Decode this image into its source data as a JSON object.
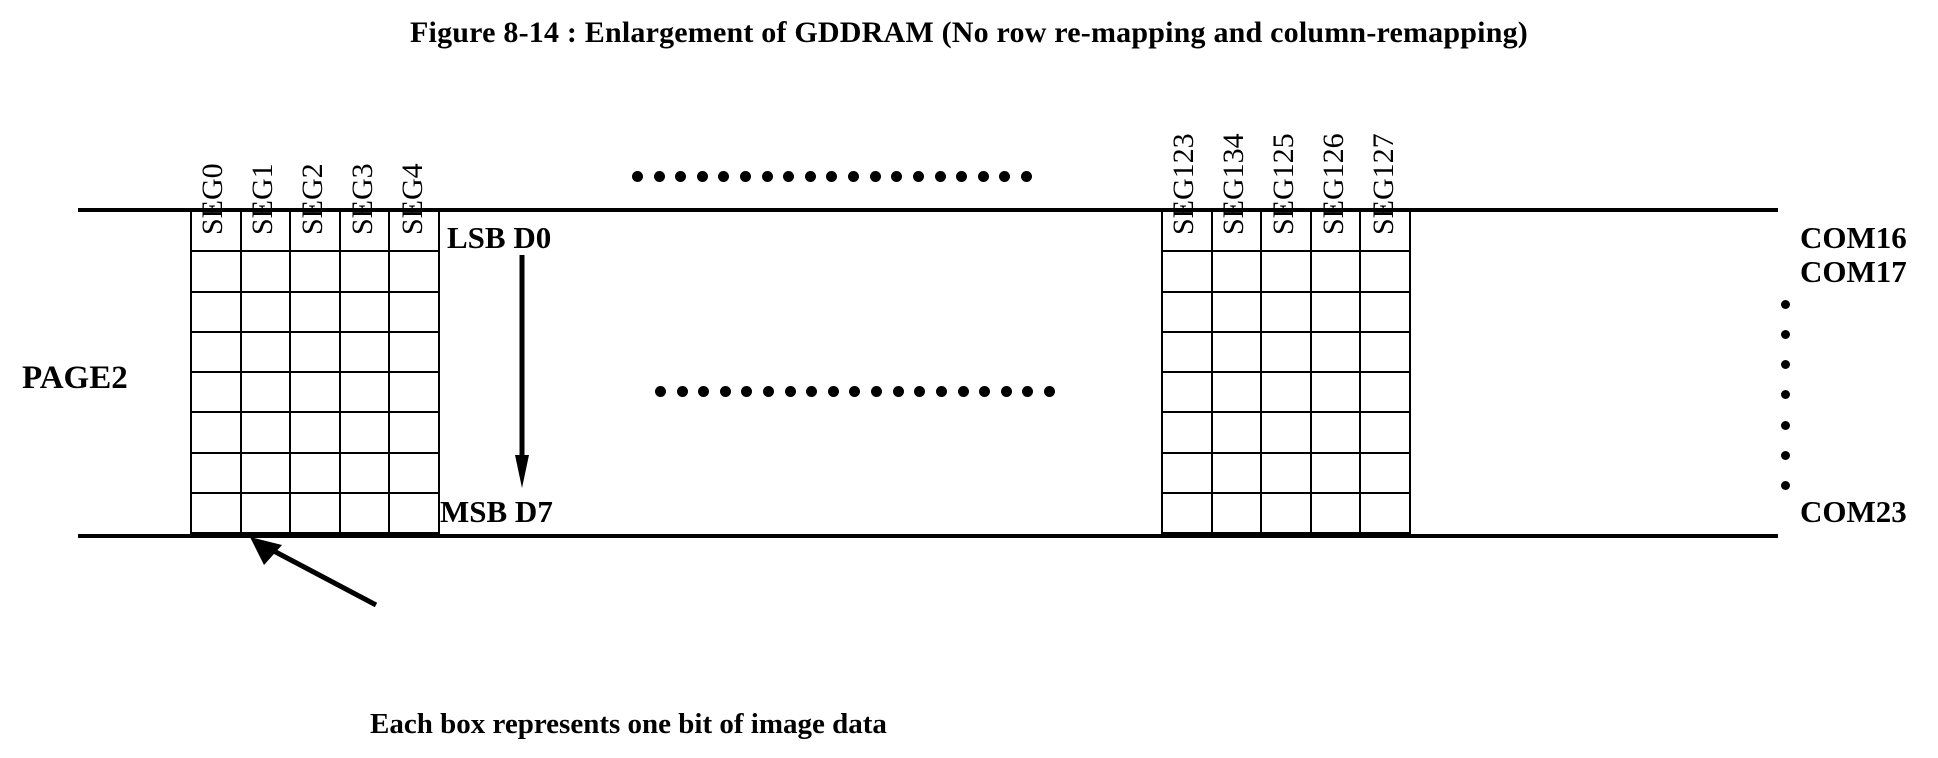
{
  "figure": {
    "title": "Figure 8-14 : Enlargement of GDDRAM (No row re-mapping and column-remapping)",
    "page_label": "PAGE2",
    "caption": "Each box represents one bit of image data"
  },
  "segments": {
    "left_labels": [
      "SEG0",
      "SEG1",
      "SEG2",
      "SEG3",
      "SEG4"
    ],
    "right_labels": [
      "SEG123",
      "SEG134",
      "SEG125",
      "SEG126",
      "SEG127"
    ]
  },
  "commons": {
    "first": "COM16",
    "second": "COM17",
    "last": "COM23",
    "ellipsis_dot_count": 7
  },
  "bits": {
    "lsb_label": "LSB D0",
    "msb_label": "MSB D7",
    "arrow_direction": "down"
  },
  "grid": {
    "columns": 5,
    "rows": 8,
    "cell_count": 40
  },
  "ellipsis": {
    "top_row_dots": 19,
    "middle_row_dots": 19
  },
  "colors": {
    "ink": "#000000",
    "background": "#ffffff"
  }
}
